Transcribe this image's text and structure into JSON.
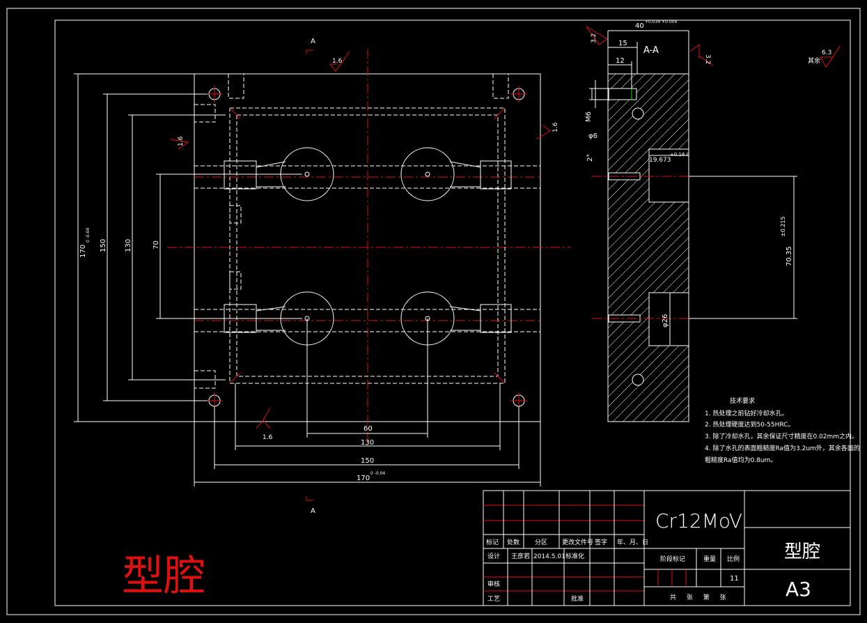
{
  "drawing": {
    "big_title": "型腔",
    "section_label": "A-A",
    "section_marker": "A",
    "surface_rest_label": "其余",
    "surface_rest_value": "6.3",
    "roughness_marks": [
      "1.6",
      "1.6",
      "1.6",
      "1.6",
      "3.2",
      "3.2"
    ],
    "plan_dims": {
      "left": [
        "170",
        "150",
        "130",
        "70"
      ],
      "left_170_tol": "0 -0.04",
      "bottom": [
        "60",
        "130",
        "150",
        "170"
      ],
      "bottom_170_tol": "0 -0.04"
    },
    "section_dims": {
      "width": "40",
      "width_tol": "+0.034 +0.009",
      "d15": "15",
      "d12": "12",
      "thread": "M6",
      "hole": "φ6",
      "angle": "2°",
      "depth": "19.673",
      "depth_tol": "+0.16 0",
      "pitch": "70.35",
      "pitch_tol": "±0.215",
      "cavity_dia": "φ26"
    }
  },
  "tech_requirements": {
    "title": "技术要求",
    "items": [
      "1. 热处理之前钻好冷却水孔。",
      "2. 热处理硬度达到50-55HRC。",
      "3. 除了冷却水孔，其余保证尺寸精度在0.02mm之内。",
      "4. 除了水孔的表面粗糙度Ra值为3.2um外，其余各面的",
      "粗糙度Ra值均为0.8um。"
    ]
  },
  "title_block": {
    "headers": [
      "标记",
      "处数",
      "分区",
      "更改文件号",
      "签字",
      "年、月、日"
    ],
    "design_label": "设计",
    "designer": "王彦若",
    "date": "2014.5.01",
    "standard_label": "标准化",
    "review_label": "审核",
    "process_label": "工艺",
    "approve_label": "批准",
    "material": "Cr12MoV",
    "stage_label": "阶段标记",
    "weight_label": "重量",
    "scale_label": "比例",
    "scale_value": "11",
    "sheets_label": "共 张 第 张",
    "part_name": "型腔",
    "sheet_size": "A3"
  }
}
